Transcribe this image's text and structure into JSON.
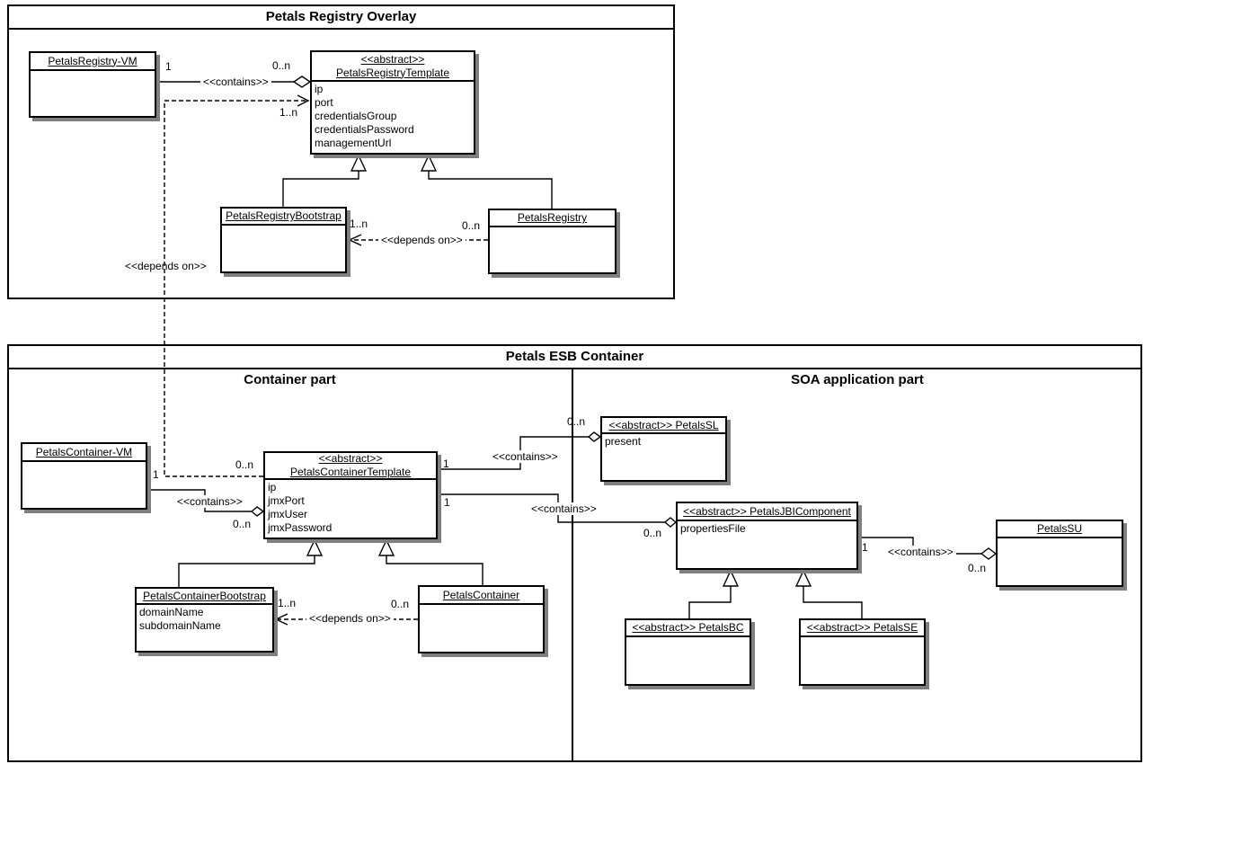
{
  "frames": {
    "registry_overlay": {
      "title": "Petals Registry Overlay"
    },
    "esb_container": {
      "title": "Petals ESB Container",
      "container_part": "Container part",
      "soa_part": "SOA application part"
    }
  },
  "classes": {
    "petals_registry_vm": {
      "name": "PetalsRegistry-VM"
    },
    "petals_registry_template": {
      "stereotype": "<<abstract>>",
      "name": "PetalsRegistryTemplate",
      "attributes": [
        "ip",
        "port",
        "credentialsGroup",
        "credentialsPassword",
        "managementUrl"
      ]
    },
    "petals_registry_bootstrap": {
      "name": "PetalsRegistryBootstrap"
    },
    "petals_registry": {
      "name": "PetalsRegistry"
    },
    "petals_container_vm": {
      "name": "PetalsContainer-VM"
    },
    "petals_container_template": {
      "stereotype": "<<abstract>>",
      "name": "PetalsContainerTemplate",
      "attributes": [
        "ip",
        "jmxPort",
        "jmxUser",
        "jmxPassword"
      ]
    },
    "petals_container_bootstrap": {
      "name": "PetalsContainerBootstrap",
      "attributes": [
        "domainName",
        "subdomainName"
      ]
    },
    "petals_container": {
      "name": "PetalsContainer"
    },
    "petals_sl": {
      "name": "<<abstract>> PetalsSL",
      "attributes": [
        "present"
      ]
    },
    "petals_jbi_component": {
      "name": "<<abstract>> PetalsJBIComponent",
      "attributes": [
        "propertiesFile"
      ]
    },
    "petals_bc": {
      "name": "<<abstract>> PetalsBC"
    },
    "petals_se": {
      "name": "<<abstract>> PetalsSE"
    },
    "petals_su": {
      "name": "PetalsSU"
    }
  },
  "labels": {
    "contains": "<<contains>>",
    "depends_on": "<<depends on>>",
    "one": "1",
    "zero_n": "0..n",
    "one_n": "1..n"
  }
}
